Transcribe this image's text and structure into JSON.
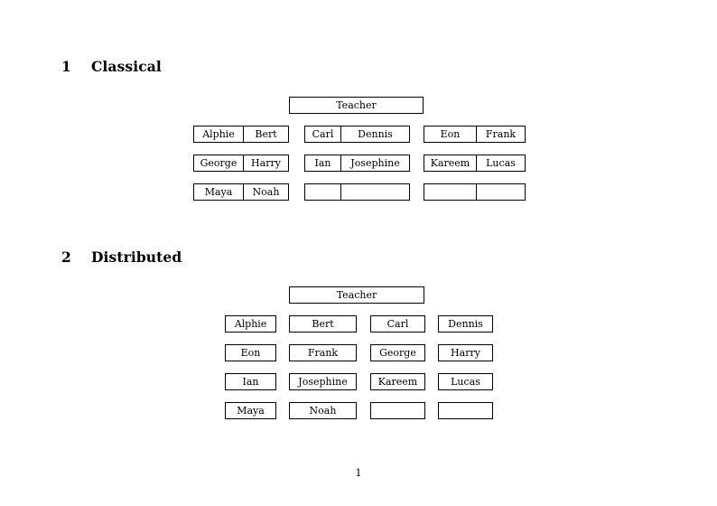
{
  "document": {
    "page_number": "1"
  },
  "sections": [
    {
      "number": "1",
      "title": "Classical",
      "teacher": {
        "label": "Teacher"
      },
      "groups": [
        {
          "rows": [
            {
              "left": "Alphie",
              "right": "Bert"
            },
            {
              "left": "George",
              "right": "Harry"
            },
            {
              "left": "Maya",
              "right": "Noah"
            }
          ]
        },
        {
          "rows": [
            {
              "left": "Carl",
              "right": "Dennis"
            },
            {
              "left": "Ian",
              "right": "Josephine"
            },
            {
              "left": "",
              "right": ""
            }
          ]
        },
        {
          "rows": [
            {
              "left": "Eon",
              "right": "Frank"
            },
            {
              "left": "Kareem",
              "right": "Lucas"
            },
            {
              "left": "",
              "right": ""
            }
          ]
        }
      ]
    },
    {
      "number": "2",
      "title": "Distributed",
      "teacher": {
        "label": "Teacher"
      },
      "grid": [
        [
          "Alphie",
          "Bert",
          "Carl",
          "Dennis"
        ],
        [
          "Eon",
          "Frank",
          "George",
          "Harry"
        ],
        [
          "Ian",
          "Josephine",
          "Kareem",
          "Lucas"
        ],
        [
          "Maya",
          "Noah",
          "",
          ""
        ]
      ]
    }
  ]
}
